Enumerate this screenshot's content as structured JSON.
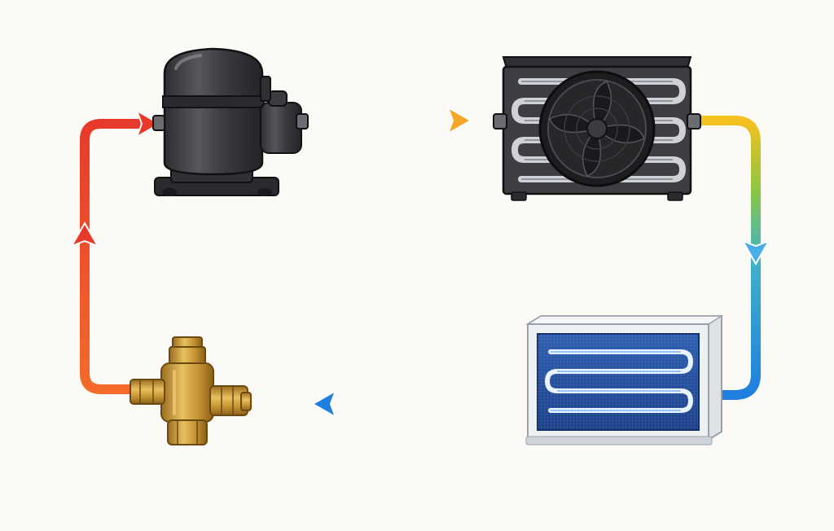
{
  "diagram": {
    "type": "refrigeration-cycle",
    "components": [
      {
        "id": "compressor",
        "icon": "compressor-icon"
      },
      {
        "id": "condenser",
        "icon": "condenser-fan-icon"
      },
      {
        "id": "evaporator",
        "icon": "evaporator-coil-icon"
      },
      {
        "id": "expansion_valve",
        "icon": "brass-valve-icon"
      }
    ],
    "flow": [
      "compressor",
      "condenser",
      "evaporator",
      "expansion_valve",
      "compressor"
    ],
    "colors": {
      "background": "#fbfaf6",
      "hot": "#e8392a",
      "warm": "#f6a623",
      "transition": "#8dc63f",
      "cold": "#1f7fe0",
      "cold_light": "#49aee8",
      "brass": "#c9962e",
      "metal_dark": "#3a3b3e"
    }
  }
}
